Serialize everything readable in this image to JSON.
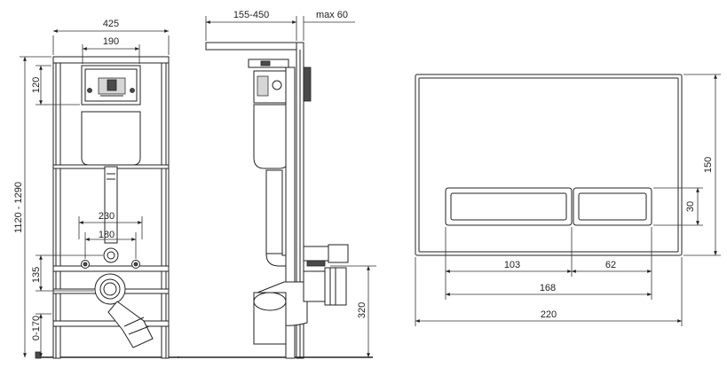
{
  "front_view": {
    "width_label": "425",
    "inner_width_label": "190",
    "top_height_label": "120",
    "height_range_label": "1120 - 1290",
    "pipe_spacing_label": "230",
    "stud_spacing_label": "180",
    "stud_height_label": "135",
    "bottom_range_label": "0-170"
  },
  "side_view": {
    "depth_label": "155-450",
    "max_label": "max 60",
    "outlet_height_label": "320"
  },
  "flush_plate": {
    "height_label": "150",
    "button_height_label": "30",
    "left_button_label": "103",
    "right_button_label": "62",
    "buttons_width_label": "168",
    "total_width_label": "220"
  }
}
